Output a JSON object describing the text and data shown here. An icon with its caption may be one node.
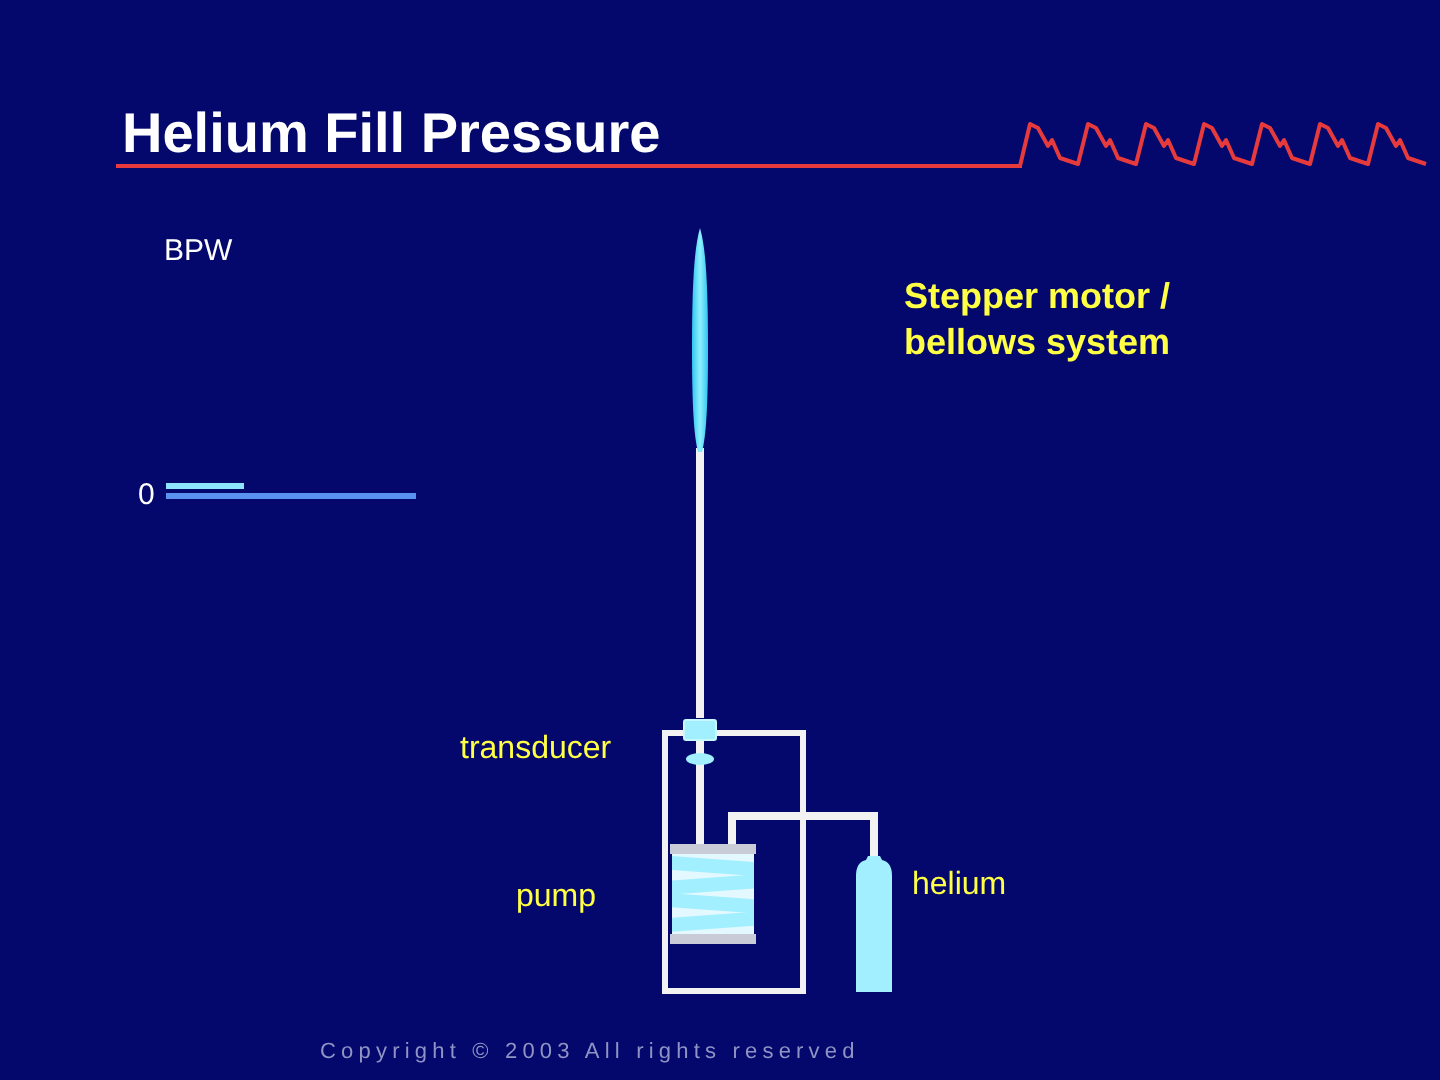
{
  "diagram": {
    "title": "Helium Fill Pressure",
    "nodes": [
      {
        "text": [],
        "shape": "picture"
      },
      {
        "text": [],
        "shape": "picture",
        "beside": [
          "transducer"
        ]
      },
      {
        "text": [],
        "shape": "box"
      },
      {
        "text": [],
        "shape": "picture",
        "in": 2,
        "beside": [
          "pump"
        ]
      },
      {
        "text": [],
        "shape": "cylinder",
        "beside": [
          "helium"
        ]
      }
    ],
    "edges": [
      {
        "from": 0,
        "to": 1,
        "arrow": "none"
      },
      {
        "from": 1,
        "to": 3,
        "arrow": "none"
      },
      {
        "from": 3,
        "to": 4,
        "arrow": "none"
      }
    ],
    "labels": [
      "BPW",
      "Stepper motor / bellows system",
      "0",
      "Copyright © 2003 All rights reserved"
    ]
  }
}
